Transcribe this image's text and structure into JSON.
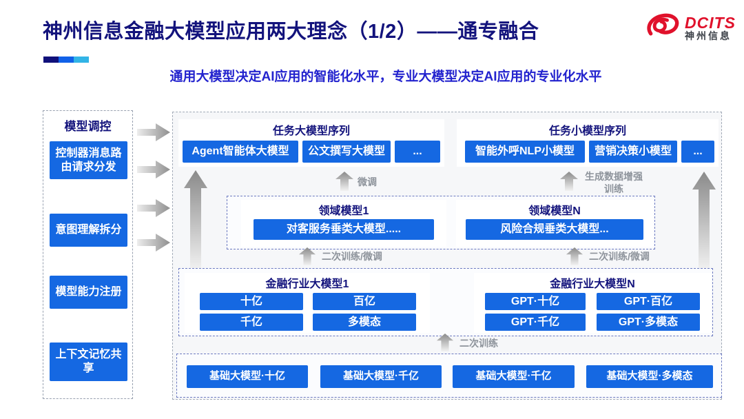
{
  "slide": {
    "title": "神州信息金融大模型应用两大理念（1/2）——通专融合",
    "subtitle": "通用大模型决定AI应用的智能化水平，专业大模型决定AI应用的专业化水平",
    "logo": {
      "brand": "DCITS",
      "company": "神州信息"
    }
  },
  "sidebar": {
    "title": "模型调控",
    "items": [
      {
        "label": "控制器消息路由请求分发"
      },
      {
        "label": "意图理解拆分"
      },
      {
        "label": "模型能力注册"
      },
      {
        "label": "上下文记忆共享"
      }
    ]
  },
  "task_large": {
    "title": "任务大模型序列",
    "items": [
      "Agent智能体大模型",
      "公文撰写大模型",
      "..."
    ]
  },
  "task_small": {
    "title": "任务小模型序列",
    "items": [
      "智能外呼NLP小模型",
      "营销决策小模型",
      "..."
    ]
  },
  "domain": {
    "left": {
      "title": "领域模型1",
      "model": "对客服务垂类大模型....."
    },
    "right": {
      "title": "领域模型N",
      "model": "风险合规垂类大模型..."
    }
  },
  "industry": {
    "left": {
      "title": "金融行业大模型1",
      "items": [
        "十亿",
        "百亿",
        "千亿",
        "多模态"
      ]
    },
    "right": {
      "title": "金融行业大模型N",
      "items": [
        "GPT·十亿",
        "GPT·百亿",
        "GPT·千亿",
        "GPT·多模态"
      ]
    }
  },
  "base": {
    "items": [
      "基础大模型·十亿",
      "基础大模型·千亿",
      "基础大模型·千亿",
      "基础大模型·多模态"
    ]
  },
  "arrow_labels": {
    "finetune": "微调",
    "augment": "生成数据增强训练",
    "retrain_left": "二次训练/微调",
    "retrain_right": "二次训练/微调",
    "retrain_base": "二次训练"
  },
  "colors": {
    "accent_blue": "#1568E2",
    "title_navy": "#13137C",
    "subtitle_blue": "#2323CE",
    "logo_red": "#E0112B",
    "bar_segments": [
      "#10107A",
      "#1161E8",
      "#32B4E6"
    ]
  }
}
